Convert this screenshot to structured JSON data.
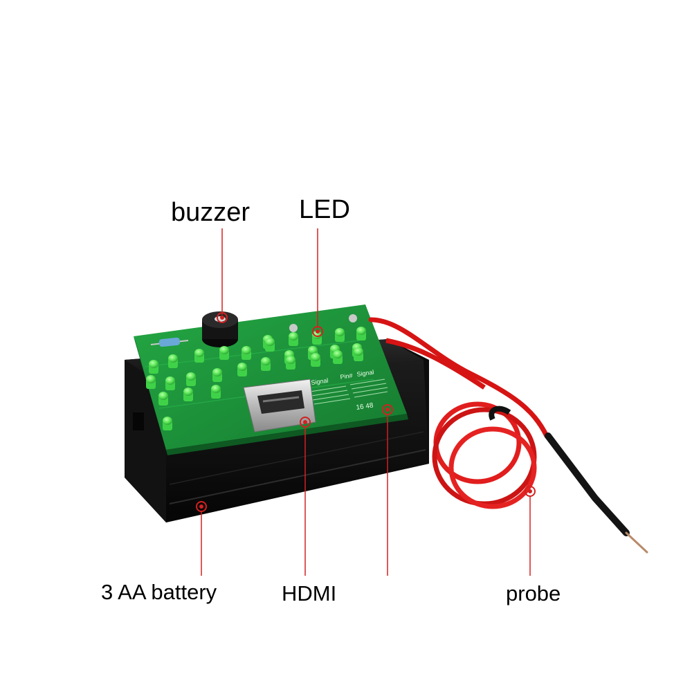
{
  "labels": {
    "buzzer": "buzzer",
    "led": "LED",
    "battery": "3 AA battery",
    "hdmi": "HDMI",
    "probe": "probe"
  },
  "colors": {
    "pcb": "#1e9a3c",
    "led": "#5ee85a",
    "case": "#141414",
    "wire": "#e01818",
    "callout": "#d42020"
  },
  "board_text": {
    "col1": "Signal",
    "col2": "Pin#",
    "col3": "Signal",
    "code": "16 48"
  }
}
